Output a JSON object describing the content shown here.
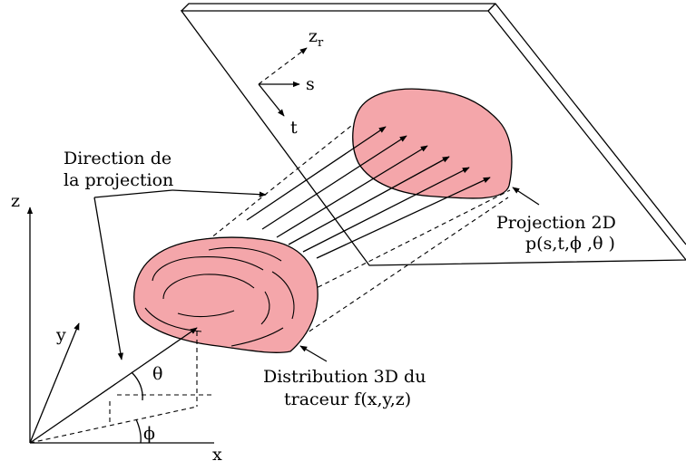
{
  "colors": {
    "blob_fill": "#f4a6aa",
    "line": "#000000",
    "background": "#ffffff"
  },
  "labels": {
    "axis_z": "z",
    "axis_y": "y",
    "axis_x": "x",
    "angle_theta": "θ",
    "angle_phi": "ϕ",
    "detector_zr_main": "z",
    "detector_zr_sub": "r",
    "detector_s": "s",
    "detector_t": "t",
    "direction_line1": "Direction de",
    "direction_line2": "la projection",
    "projection_line1": "Projection 2D",
    "projection_line2": "p(s,t,ϕ ,θ )",
    "distribution_line1": "Distribution 3D du",
    "distribution_line2": "traceur f(x,y,z)"
  }
}
